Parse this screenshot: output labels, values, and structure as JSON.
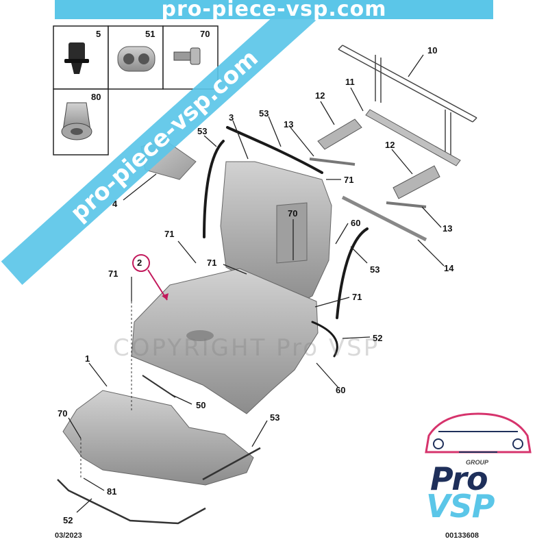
{
  "banner_text": "pro-piece-vsp.com",
  "diagonal_watermark": "pro-piece-vsp.com",
  "copyright_watermark": "COPYRIGHT Pro VSP",
  "inset_labels": [
    "5",
    "51",
    "70",
    "80"
  ],
  "callouts": {
    "c10": "10",
    "c11": "11",
    "c12a": "12",
    "c12b": "12",
    "c13a": "13",
    "c13b": "13",
    "c14": "14",
    "c3": "3",
    "c53a": "53",
    "c53b": "53",
    "c53c": "53",
    "c53d": "53",
    "c4": "4",
    "c71a": "71",
    "c71b": "71",
    "c71c": "71",
    "c71d": "71",
    "c71e": "71",
    "c70a": "70",
    "c70b": "70",
    "c60a": "60",
    "c60b": "60",
    "c2": "2",
    "c52a": "52",
    "c52b": "52",
    "c1": "1",
    "c50": "50",
    "c81": "81"
  },
  "footer": {
    "date": "03/2023",
    "ref": "00133608"
  },
  "logo": {
    "group": "GROUP",
    "pro": "Pro",
    "vsp": "VSP"
  },
  "colors": {
    "banner": "#5bc6e8",
    "brand_navy": "#1e2f5a",
    "brand_pink": "#d6336c",
    "highlight": "#c2185b"
  }
}
